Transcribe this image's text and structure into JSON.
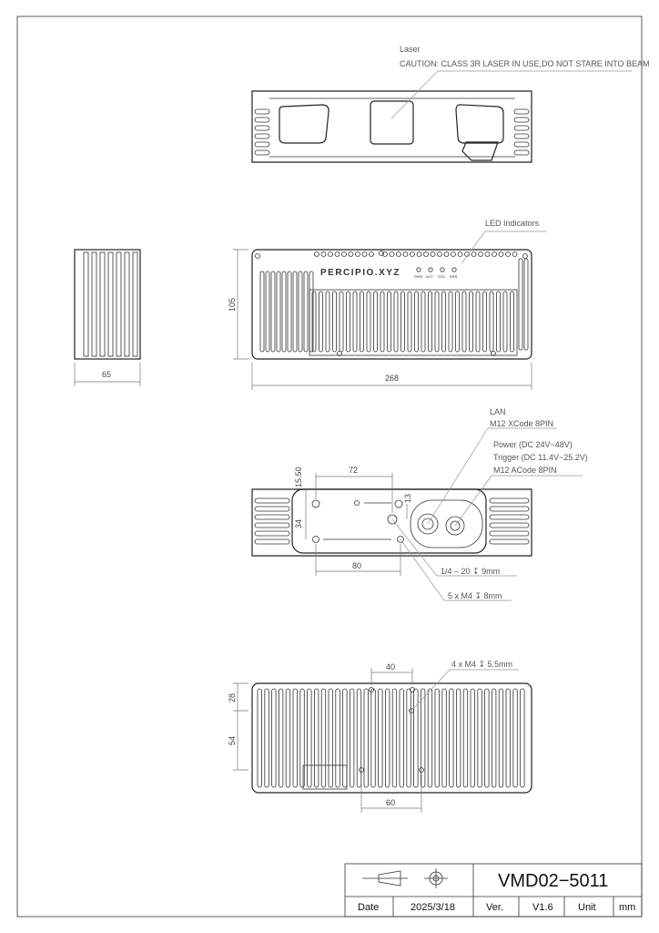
{
  "annotations": {
    "laser_title": "Laser",
    "laser_caution": "CAUTION: CLASS 3R LASER IN USE,DO NOT STARE INTO BEAM",
    "led": "LED Indicators",
    "lan": "LAN",
    "xcode": "M12 XCode 8PIN",
    "power": "Power  (DC 24V~48V)",
    "trigger": "Trigger (DC 11.4V~25.2V)",
    "acode": "M12 ACode 8PIN",
    "tripod": "1/4 – 20 ↧ 9mm",
    "m4_side": "5 x M4 ↧ 8mm",
    "m4_bottom": "4 x M4 ↧ 5.5mm"
  },
  "front_panel": {
    "brand": "PERCIPIO.XYZ",
    "leds": [
      "PWR",
      "ACT",
      "STA",
      "ERR"
    ]
  },
  "dimensions": {
    "depth": "65",
    "width": "268",
    "height": "105",
    "rear_72": "72",
    "rear_80": "80",
    "rear_15_50": "15.50",
    "rear_34": "34",
    "rear_13": "13",
    "bottom_40": "40",
    "bottom_60": "60",
    "bottom_28": "28",
    "bottom_54": "54"
  },
  "title_block": {
    "part_number": "VMD02−5011",
    "date_label": "Date",
    "date_value": "2025/3/18",
    "ver_label": "Ver.",
    "ver_value": "V1.6",
    "unit_label": "Unit",
    "unit_value": "mm"
  },
  "icons": [
    "projection-symbol-icon"
  ]
}
